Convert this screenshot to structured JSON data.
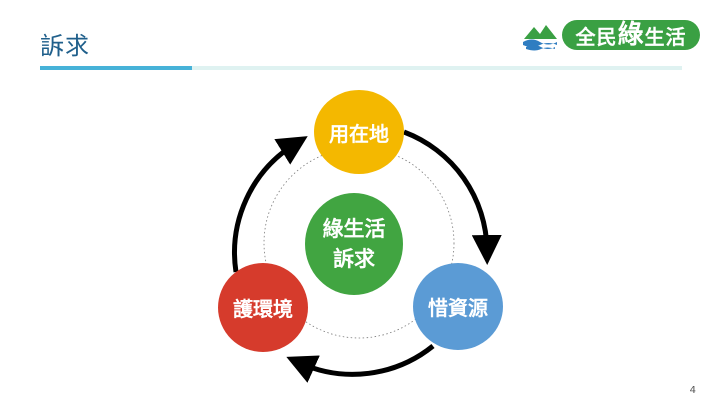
{
  "header": {
    "title": "訴求"
  },
  "logo": {
    "text_prefix": "全民",
    "text_big": "綠",
    "text_suffix": "生活",
    "mark_icon": "mountain-wave-icon",
    "colors": {
      "green": "#3aa043",
      "blue": "#2f7dc1"
    }
  },
  "diagram": {
    "center": {
      "line1": "綠生活",
      "line2": "訴求"
    },
    "nodes": [
      {
        "label": "用在地",
        "color": "#f4b800"
      },
      {
        "label": "惜資源",
        "color": "#5b9bd5"
      },
      {
        "label": "護環境",
        "color": "#d63b2c"
      }
    ],
    "center_color": "#41a541",
    "arrow_icon": "arrowhead-icon"
  },
  "footer": {
    "page_number": "4"
  }
}
